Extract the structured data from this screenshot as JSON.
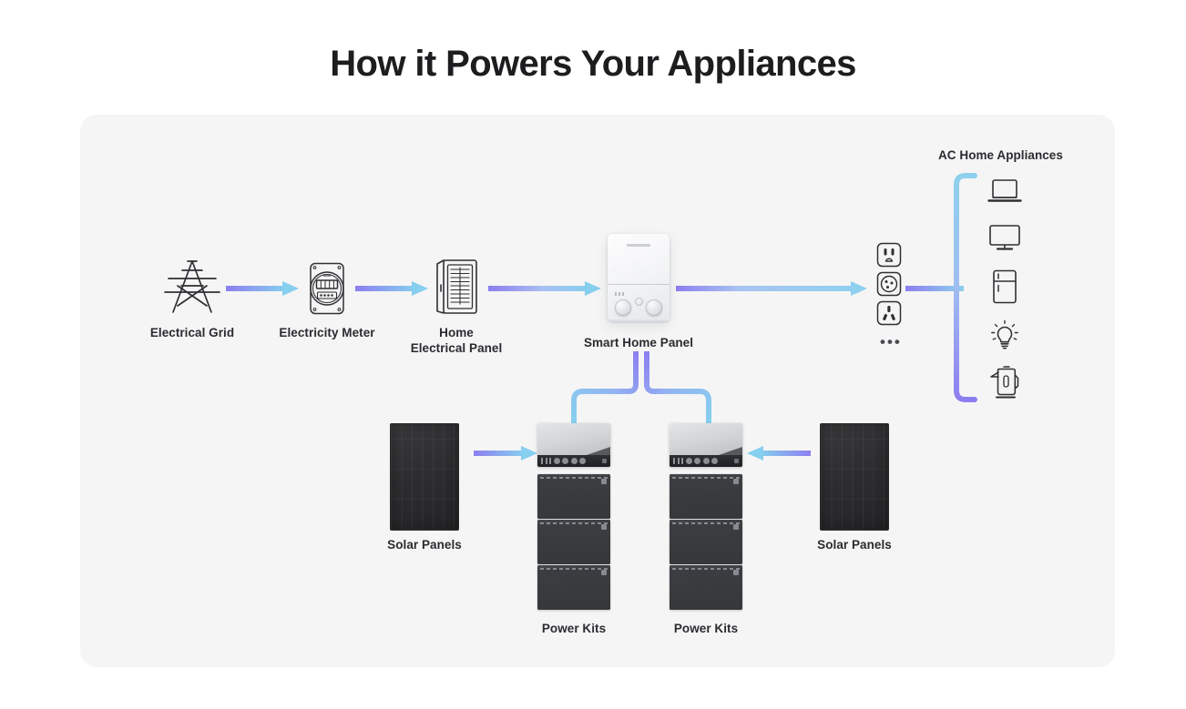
{
  "page": {
    "title": "How it Powers Your Appliances"
  },
  "colors": {
    "page_background": "#ffffff",
    "card_background": "#f5f5f5",
    "title_text": "#1d1d20",
    "label_text": "#2b2b30",
    "arrow_gradient_start": "#8d7ef0",
    "arrow_gradient_end": "#86cfee",
    "connector_purple": "#8d7ef0",
    "connector_blue": "#86cfee",
    "icon_stroke": "#2f3034",
    "solar_panel": "#2e2e30",
    "battery_module": "#3b3d41",
    "inverter_top": "#d2d4d7",
    "inverter_bottom": "#24262a",
    "smart_panel_body": "#f2f3f5"
  },
  "diagram": {
    "top_row": [
      {
        "id": "electrical-grid",
        "label": "Electrical Grid",
        "icon": "transmission-tower-icon"
      },
      {
        "id": "electricity-meter",
        "label": "Electricity Meter",
        "icon": "electricity-meter-icon"
      },
      {
        "id": "home-panel",
        "label": "Home\nElectrical Panel",
        "icon": "breaker-panel-icon"
      },
      {
        "id": "smart-home-panel",
        "label": "Smart Home Panel",
        "icon": "smart-home-panel-device"
      }
    ],
    "outlets": {
      "name": "ac-outlets",
      "items": [
        {
          "id": "outlet-type-b",
          "icon": "outlet-type-b-icon"
        },
        {
          "id": "outlet-type-f",
          "icon": "outlet-type-f-icon"
        },
        {
          "id": "outlet-type-i",
          "icon": "outlet-type-i-icon"
        }
      ],
      "more_indicator": "•••"
    },
    "appliances": {
      "label": "AC Home Appliances",
      "items": [
        {
          "id": "laptop",
          "icon": "laptop-icon"
        },
        {
          "id": "television",
          "icon": "television-icon"
        },
        {
          "id": "refrigerator",
          "icon": "refrigerator-icon"
        },
        {
          "id": "light-bulb",
          "icon": "light-bulb-icon"
        },
        {
          "id": "kettle",
          "icon": "electric-kettle-icon"
        }
      ]
    },
    "bottom_row": [
      {
        "id": "solar-panels-left",
        "label": "Solar Panels",
        "icon": "solar-panel-image"
      },
      {
        "id": "power-kits-left",
        "label": "Power Kits",
        "icon": "power-kit-stack"
      },
      {
        "id": "power-kits-right",
        "label": "Power Kits",
        "icon": "power-kit-stack"
      },
      {
        "id": "solar-panels-right",
        "label": "Solar Panels",
        "icon": "solar-panel-image"
      }
    ],
    "arrows": [
      {
        "id": "grid-to-meter",
        "direction": "right"
      },
      {
        "id": "meter-to-home-panel",
        "direction": "right"
      },
      {
        "id": "home-panel-to-smart",
        "direction": "right"
      },
      {
        "id": "smart-to-outlets",
        "direction": "right"
      },
      {
        "id": "outlets-to-bracket",
        "direction": "right-no-head"
      },
      {
        "id": "solar-left-to-kit",
        "direction": "right"
      },
      {
        "id": "solar-right-to-kit",
        "direction": "left"
      }
    ],
    "connectors": [
      {
        "id": "smart-panel-to-kit-left",
        "shape": "elbow-down-left"
      },
      {
        "id": "smart-panel-to-kit-right",
        "shape": "elbow-down-right"
      },
      {
        "id": "appliance-bracket",
        "shape": "vertical-bracket"
      }
    ]
  }
}
